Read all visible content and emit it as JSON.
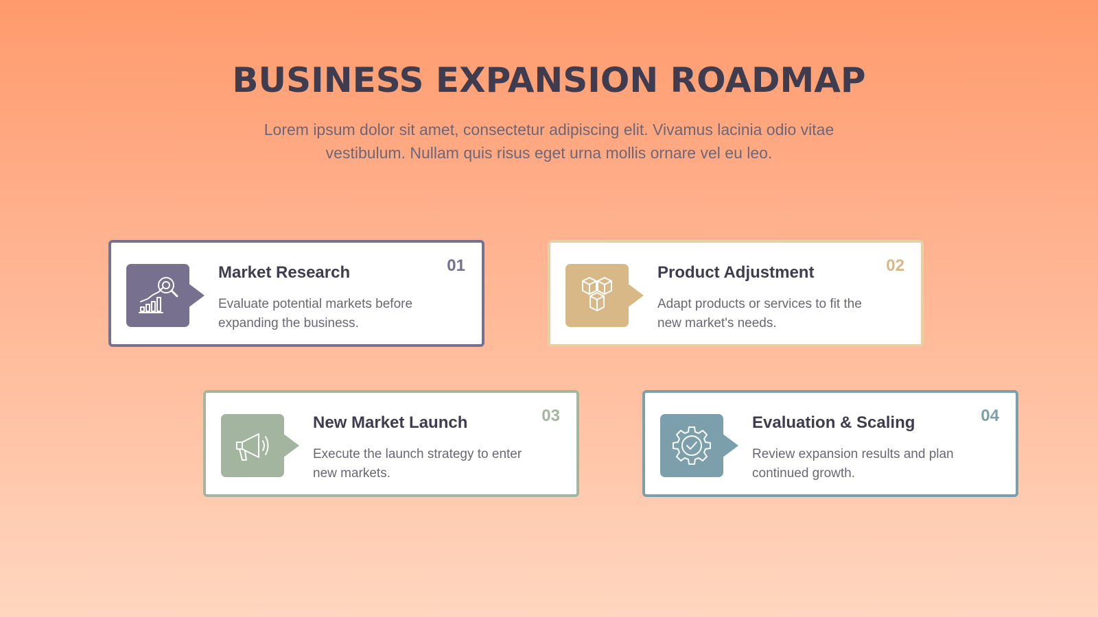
{
  "page": {
    "title": "BUSINESS EXPANSION ROADMAP",
    "subtitle": "Lorem ipsum dolor sit amet, consectetur adipiscing elit. Vivamus lacinia odio vitae vestibulum. Nullam quis risus eget urna mollis ornare vel eu leo."
  },
  "steps": [
    {
      "number": "01",
      "title": "Market Research",
      "description": "Evaluate potential markets before expanding the business.",
      "icon": "market-research-icon",
      "color": "#77708f"
    },
    {
      "number": "02",
      "title": "Product Adjustment",
      "description": "Adapt products or services to fit the new market's needs.",
      "icon": "boxes-icon",
      "color": "#d9b888"
    },
    {
      "number": "03",
      "title": "New Market Launch",
      "description": "Execute the launch strategy to enter new markets.",
      "icon": "megaphone-icon",
      "color": "#a3b59e"
    },
    {
      "number": "04",
      "title": "Evaluation & Scaling",
      "description": "Review expansion results and plan continued growth.",
      "icon": "gear-check-icon",
      "color": "#7b9fab"
    }
  ]
}
